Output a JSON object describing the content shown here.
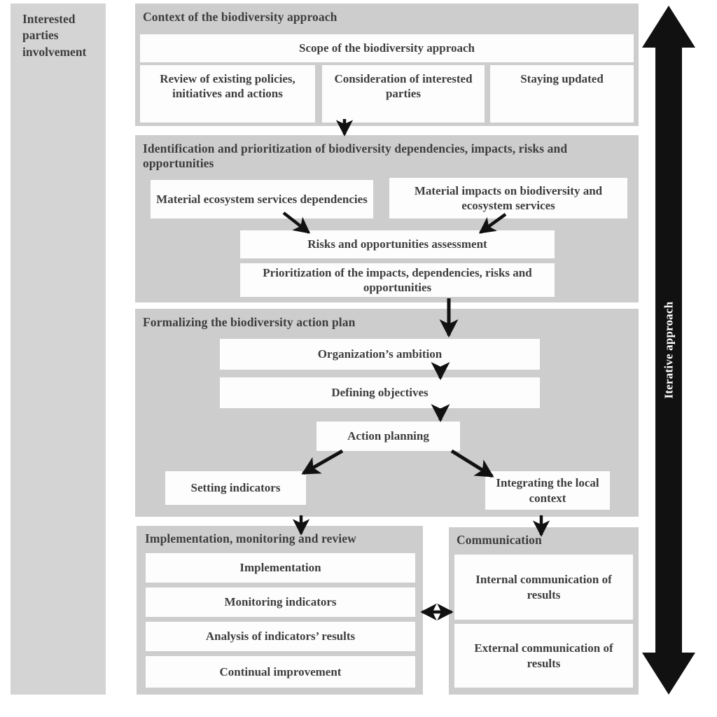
{
  "sidebar": {
    "label": "Interested parties involvement"
  },
  "iterative": {
    "label": "Iterative approach"
  },
  "sections": {
    "context": {
      "title": "Context of the biodiversity approach",
      "scope": "Scope of the biodiversity approach",
      "review": "Review of existing policies, initiatives and actions",
      "consideration": "Consideration of interested parties",
      "staying": "Staying updated"
    },
    "identification": {
      "title": "Identification and prioritization of biodiversity dependencies, impacts, risks and opportunities",
      "dependencies": "Material ecosystem services dependencies",
      "impacts": "Material impacts on biodiversity and ecosystem services",
      "assessment": "Risks and opportunities assessment",
      "prioritization": "Prioritization of the impacts, dependencies, risks and opportunities"
    },
    "formalizing": {
      "title": "Formalizing the biodiversity action plan",
      "ambition": "Organization’s ambition",
      "objectives": "Defining objectives",
      "action_planning": "Action planning",
      "setting_indicators": "Setting indicators",
      "local_context": "Integrating the local context"
    },
    "implementation": {
      "title": "Implementation, monitoring and review",
      "items": [
        "Implementation",
        "Monitoring indicators",
        "Analysis of indicators’ results",
        "Continual improvement"
      ]
    },
    "communication": {
      "title": "Communication",
      "internal": "Internal communication of results",
      "external": "External communication of results"
    }
  },
  "colors": {
    "panel_background": "#cdcdcd",
    "sidebar_background": "#d4d4d4",
    "box_background": "#fdfdfd",
    "text": "#3d3d3d",
    "arrow": "#111111",
    "page_background": "#ffffff"
  }
}
